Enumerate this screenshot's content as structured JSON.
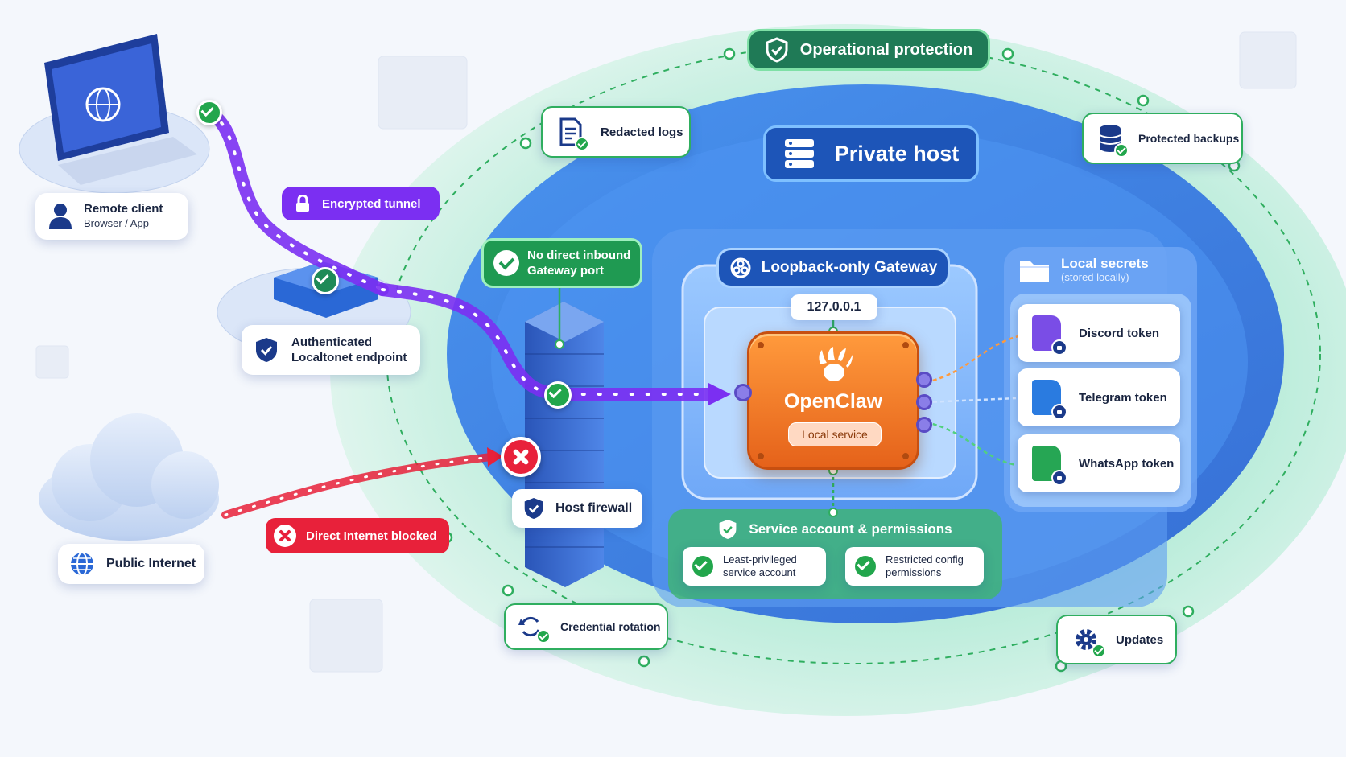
{
  "labels": {
    "operational_protection": "Operational protection",
    "redacted_logs": "Redacted logs",
    "private_host": "Private host",
    "protected_backups": "Protected backups",
    "remote_client_title": "Remote client",
    "remote_client_sub": "Browser / App",
    "encrypted_tunnel": "Encrypted tunnel",
    "no_direct_inbound_line1": "No direct inbound",
    "no_direct_inbound_line2": "Gateway port",
    "endpoint_line1": "Authenticated",
    "endpoint_line2": "Localtonet endpoint",
    "loopback_gateway": "Loopback-only Gateway",
    "loopback_address": "127.0.0.1",
    "openclaw_name": "OpenClaw",
    "openclaw_sub": "Local service",
    "local_secrets_title": "Local secrets",
    "local_secrets_sub": "(stored locally)",
    "discord_token": "Discord token",
    "telegram_token": "Telegram token",
    "whatsapp_token": "WhatsApp token",
    "host_firewall": "Host firewall",
    "public_internet": "Public Internet",
    "direct_internet_blocked": "Direct Internet blocked",
    "service_account_title": "Service account & permissions",
    "least_privileged_line1": "Least-privileged",
    "least_privileged_line2": "service account",
    "restricted_config_line1": "Restricted config",
    "restricted_config_line2": "permissions",
    "credential_rotation": "Credential rotation",
    "updates": "Updates"
  },
  "icons": {
    "operational_protection": "shield-check-icon",
    "redacted_logs": "document-check-icon",
    "private_host": "server-stack-icon",
    "protected_backups": "database-check-icon",
    "remote_client": "laptop-globe-icon",
    "user": "user-icon",
    "encrypted_tunnel": "padlock-icon",
    "endpoint": "shield-check-icon",
    "gateway": "link-icon",
    "openclaw": "paw-icon",
    "local_secrets": "folder-icon",
    "token": "document-lock-icon",
    "host_firewall": "shield-check-icon",
    "public_internet": "globe-icon",
    "blocked": "x-circle-icon",
    "service_account": "shield-icon",
    "credential_rotation": "refresh-check-icon",
    "updates": "gear-check-icon"
  },
  "colors": {
    "tunnel_purple": "#7b2ff2",
    "blocked_red": "#e8213a",
    "protection_green": "#1f8a57",
    "host_blue": "#1a5fc8",
    "openclaw_orange": "#f07a1e",
    "discord_purple": "#7a4de6",
    "telegram_blue": "#2a7be0",
    "whatsapp_green": "#26a654"
  }
}
